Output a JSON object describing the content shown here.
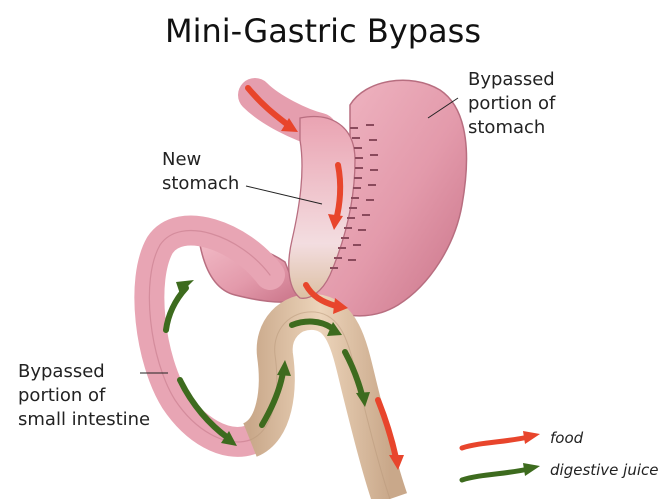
{
  "title": "Mini-Gastric Bypass",
  "labels": {
    "bypassed_stomach": [
      "Bypassed",
      "portion of",
      "stomach"
    ],
    "new_stomach": [
      "New",
      "stomach"
    ],
    "bypassed_intestine": [
      "Bypassed",
      "portion of",
      "small intestine"
    ]
  },
  "legend": [
    {
      "label": "food",
      "color": "#e8452c",
      "icon": "red-arrow-icon"
    },
    {
      "label": "digestive juice",
      "color": "#3d6b1e",
      "icon": "green-arrow-icon"
    }
  ],
  "colors": {
    "stomach": "#e39aab",
    "intestine": "#dcc0a2",
    "staples": "#8a4a5c"
  }
}
